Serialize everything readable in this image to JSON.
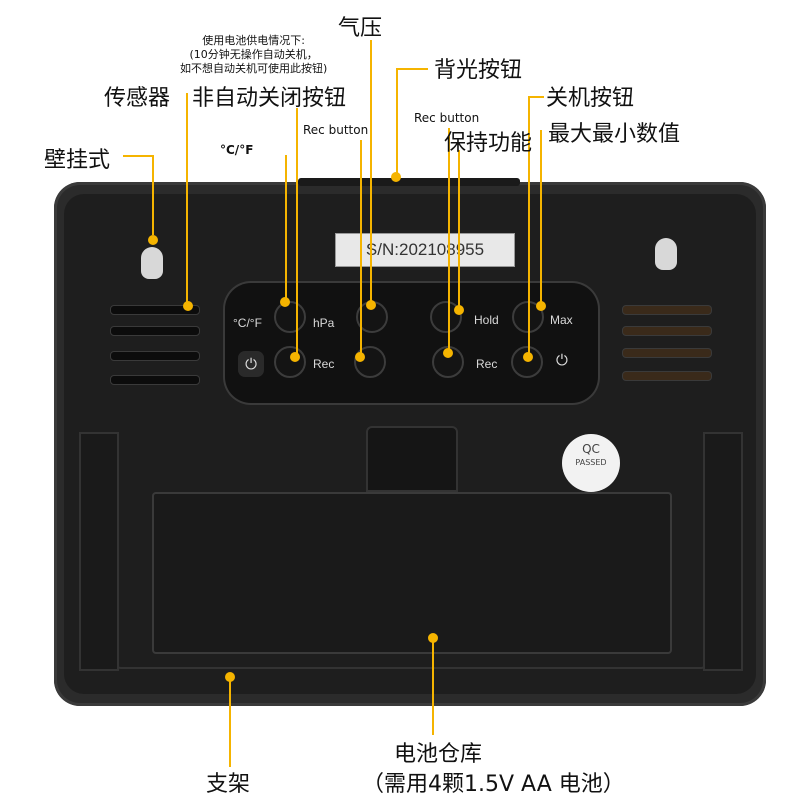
{
  "labels": {
    "pressure": "气压",
    "auto_off_note": "使用电池供电情况下:\n(10分钟无操作自动关机，\n如不想自动关机可使用此按钮)",
    "backlight_button": "背光按钮",
    "sensor": "传感器",
    "non_auto_off_button": "非自动关闭按钮",
    "power_off_button": "关机按钮",
    "rec_button_left": "Rec button",
    "rec_button_right": "Rec button",
    "hold_function": "保持功能",
    "max_min": "最大最小数值",
    "wall_mount": "壁挂式",
    "celsius_fahrenheit": "°C/°F",
    "battery_compartment": "电池仓库",
    "battery_requirement": "（需用4颗1.5V AA 电池）",
    "stand": "支架"
  },
  "device": {
    "serial": "S/N:202108955",
    "buttons": {
      "unit": "°C/°F",
      "hpa": "hPa",
      "hold": "Hold",
      "max": "Max",
      "rec_left": "Rec",
      "rec_right": "Rec"
    },
    "qc_badge": {
      "line1": "QC",
      "line2": "PASSED"
    }
  },
  "colors": {
    "accent": "#f5b400",
    "device_body": "#1e1e1e"
  },
  "icons": [
    "power-icon",
    "power-icon"
  ]
}
